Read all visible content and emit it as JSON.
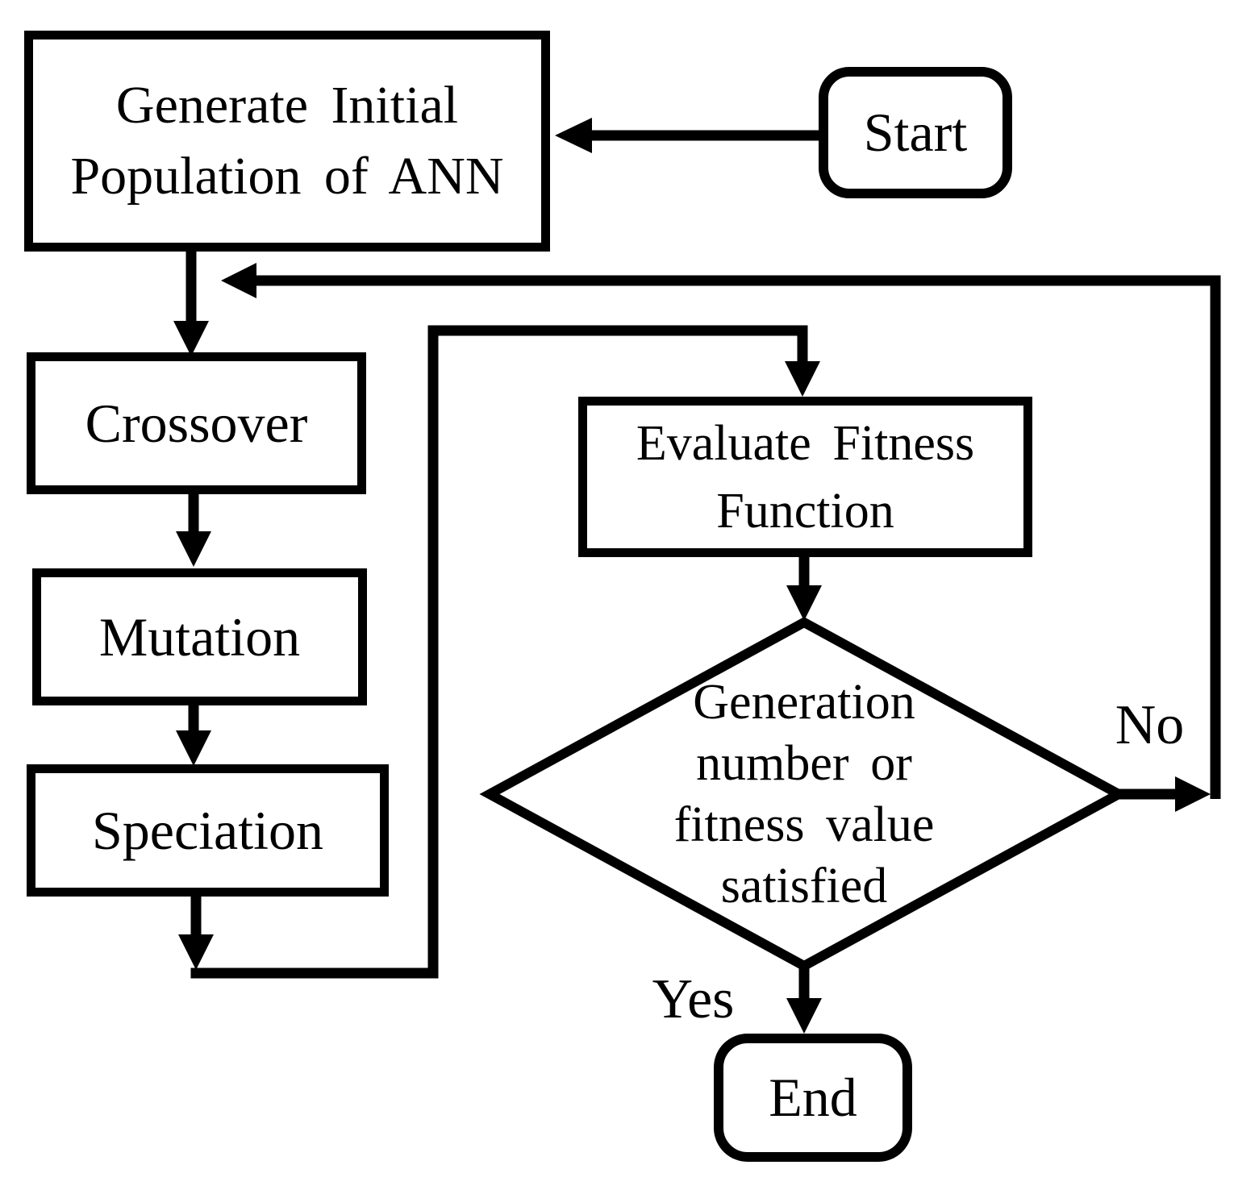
{
  "figure": {
    "type": "flowchart",
    "description": "Genetic algorithm training loop for an artificial neural network",
    "colors": {
      "ink": "#000000",
      "paper": "#ffffff"
    }
  },
  "nodes": {
    "generate": {
      "type": "process",
      "lines": [
        "Generate Initial",
        "Population of ANN"
      ]
    },
    "start": {
      "type": "terminator",
      "label": "Start"
    },
    "crossover": {
      "type": "process",
      "label": "Crossover"
    },
    "mutation": {
      "type": "process",
      "label": "Mutation"
    },
    "speciation": {
      "type": "process",
      "label": "Speciation"
    },
    "evaluate": {
      "type": "process",
      "lines": [
        "Evaluate Fitness",
        "Function"
      ]
    },
    "decision": {
      "type": "decision",
      "lines": [
        "Generation",
        "number or",
        "fitness value",
        "satisfied"
      ]
    },
    "end": {
      "type": "terminator",
      "label": "End"
    }
  },
  "edge_labels": {
    "no": "No",
    "yes": "Yes"
  },
  "edges": [
    {
      "from": "start",
      "to": "generate",
      "label": ""
    },
    {
      "from": "generate",
      "to": "crossover",
      "label": ""
    },
    {
      "from": "crossover",
      "to": "mutation",
      "label": ""
    },
    {
      "from": "mutation",
      "to": "speciation",
      "label": ""
    },
    {
      "from": "speciation",
      "to": "evaluate",
      "label": ""
    },
    {
      "from": "evaluate",
      "to": "decision",
      "label": ""
    },
    {
      "from": "decision",
      "to": "end",
      "label": "Yes"
    },
    {
      "from": "decision",
      "to": "crossover",
      "label": "No"
    }
  ]
}
